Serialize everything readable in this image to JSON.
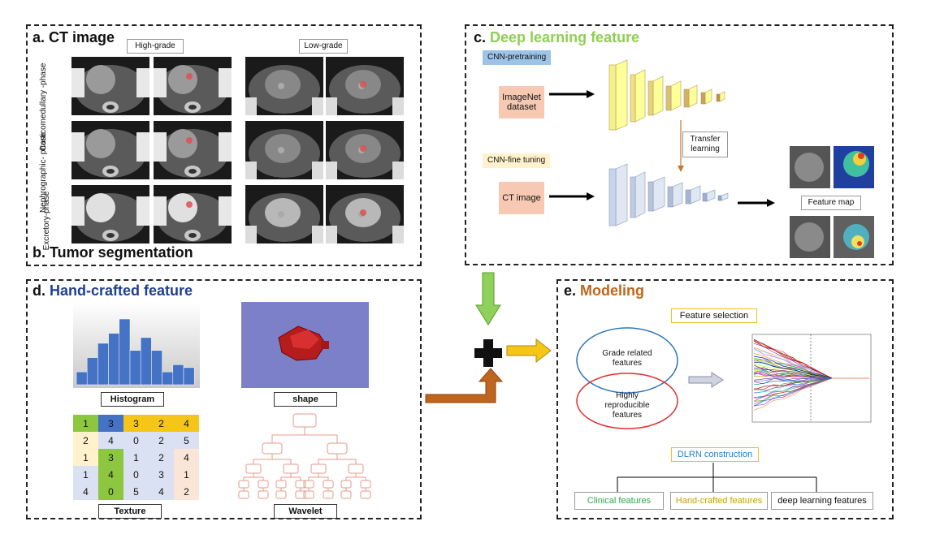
{
  "panel_a": {
    "title": "a. CT image",
    "col_high": "High-grade",
    "col_low": "Low-grade",
    "rows": [
      "Corticomedullary -phase",
      "Nephrographic- phase",
      "Excretory-phase"
    ]
  },
  "panel_b": {
    "title": "b. Tumor segmentation"
  },
  "panel_c": {
    "title_prefix": "c.",
    "title_main": "Deep learning feature",
    "pretraining": "CNN-pretraining",
    "imagenet": "ImageNet dataset",
    "transfer": "Transfer learning",
    "finetune": "CNN-fine tuning",
    "ct_image": "CT image",
    "feature_map": "Feature map"
  },
  "panel_d": {
    "title_prefix": "d.",
    "title_main": "Hand-crafted feature",
    "histogram": "Histogram",
    "shape": "shape",
    "texture": "Texture",
    "wavelet": "Wavelet",
    "texture_grid": [
      [
        "1",
        "3",
        "3",
        "2",
        "4"
      ],
      [
        "2",
        "4",
        "0",
        "2",
        "5"
      ],
      [
        "1",
        "3",
        "1",
        "2",
        "4"
      ],
      [
        "1",
        "4",
        "0",
        "3",
        "1"
      ],
      [
        "4",
        "0",
        "5",
        "4",
        "2"
      ]
    ]
  },
  "panel_e": {
    "title_prefix": "e.",
    "title_main": "Modeling",
    "feature_selection": "Feature selection",
    "grade_related": "Grade related features",
    "reproducible": "Highly reproducible features",
    "dlrn": "DLRN construction",
    "clinical": "Clinical features",
    "handcrafted": "Hand-crafted features",
    "deep": "deep learning features"
  },
  "colors": {
    "green_title": "#8fcf55",
    "blue_title": "#1f3f8f",
    "orange_title": "#c0651d",
    "pretrain_bg": "#9dc3e6",
    "finetune_bg": "#fff2cc",
    "pink_box": "#f7c9b2"
  }
}
